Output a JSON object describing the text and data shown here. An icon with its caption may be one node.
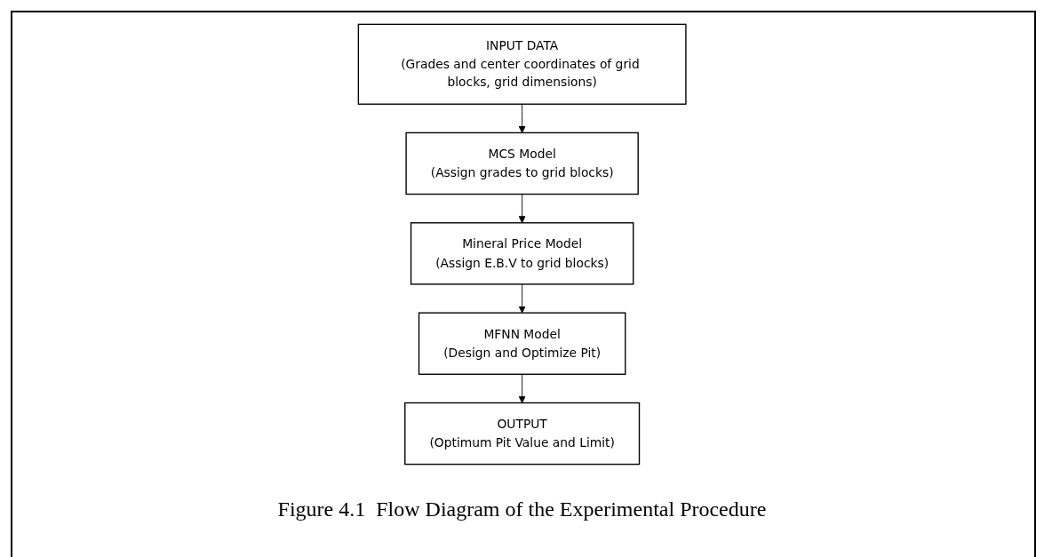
{
  "diagram": {
    "caption": "Figure 4.1  Flow Diagram of the Experimental Procedure",
    "nodes": [
      {
        "text": [
          "INPUT DATA",
          "(Grades and center coordinates of grid blocks, grid dimensions)"
        ]
      },
      {
        "text": [
          "MCS Model",
          "(Assign grades to grid blocks)"
        ]
      },
      {
        "text": [
          "Mineral Price Model",
          "(Assign E.B.V to grid blocks)"
        ]
      },
      {
        "text": [
          "MFNN Model",
          "(Design and Optimize Pit)"
        ]
      },
      {
        "text": [
          "OUTPUT",
          "(Optimum Pit Value and Limit)"
        ]
      }
    ],
    "edges": [
      {
        "from": 0,
        "to": 1,
        "arrow": "to"
      },
      {
        "from": 1,
        "to": 2,
        "arrow": "to"
      },
      {
        "from": 2,
        "to": 3,
        "arrow": "to"
      },
      {
        "from": 3,
        "to": 4,
        "arrow": "to"
      }
    ]
  }
}
